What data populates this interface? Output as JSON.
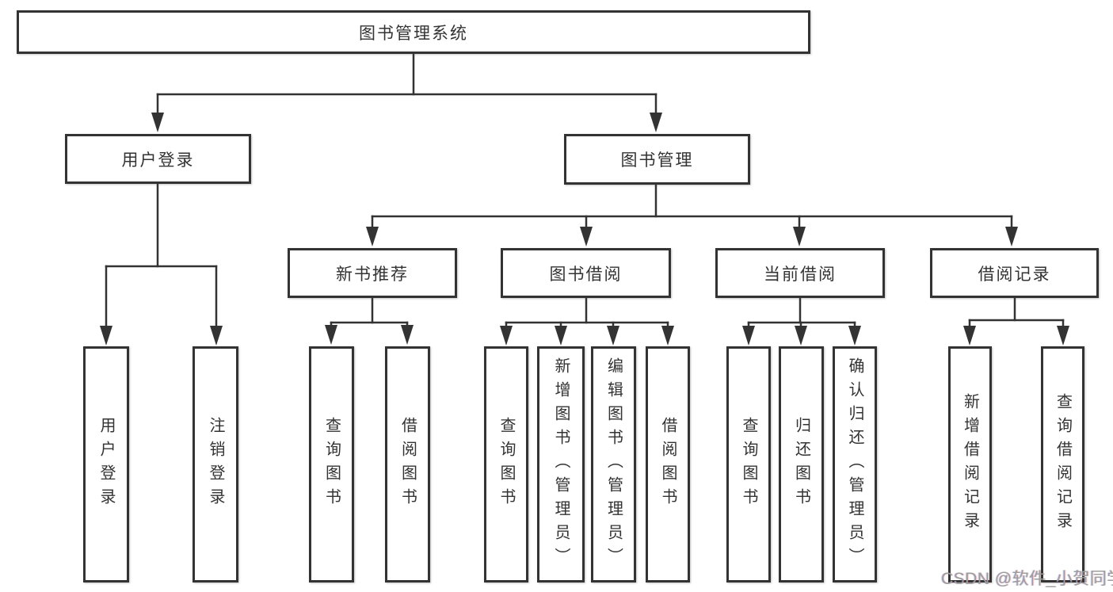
{
  "nodes": {
    "root": "图书管理系统",
    "user_login": "用户登录",
    "book_mgmt": "图书管理",
    "new_book_rec": "新书推荐",
    "book_borrow": "图书借阅",
    "current_borrow": "当前借阅",
    "borrow_records": "借阅记录",
    "leaf_user_login": "用户登录",
    "leaf_logout": "注销登录",
    "leaf_query_book_1": "查询图书",
    "leaf_borrow_book_1": "借阅图书",
    "leaf_query_book_2": "查询图书",
    "leaf_add_book_admin": "新增图书（管理员）",
    "leaf_edit_book_admin": "编辑图书（管理员）",
    "leaf_borrow_book_2": "借阅图书",
    "leaf_query_book_3": "查询图书",
    "leaf_return_book": "归还图书",
    "leaf_confirm_return_admin": "确认归还（管理员）",
    "leaf_add_borrow_record": "新增借阅记录",
    "leaf_query_borrow_record": "查询借阅记录"
  },
  "structure": {
    "root": [
      "user_login",
      "book_mgmt"
    ],
    "user_login": [
      "leaf_user_login",
      "leaf_logout"
    ],
    "book_mgmt": [
      "new_book_rec",
      "book_borrow",
      "current_borrow",
      "borrow_records"
    ],
    "new_book_rec": [
      "leaf_query_book_1",
      "leaf_borrow_book_1"
    ],
    "book_borrow": [
      "leaf_query_book_2",
      "leaf_add_book_admin",
      "leaf_edit_book_admin",
      "leaf_borrow_book_2"
    ],
    "current_borrow": [
      "leaf_query_book_3",
      "leaf_return_book",
      "leaf_confirm_return_admin"
    ],
    "borrow_records": [
      "leaf_add_borrow_record",
      "leaf_query_borrow_record"
    ]
  },
  "watermark": "CSDN @软件_小贺同学",
  "colors": {
    "line": "#333333",
    "text": "#333333",
    "box_fill": "#ffffff",
    "background": "#ffffff",
    "watermark": "#9d9d9d"
  }
}
